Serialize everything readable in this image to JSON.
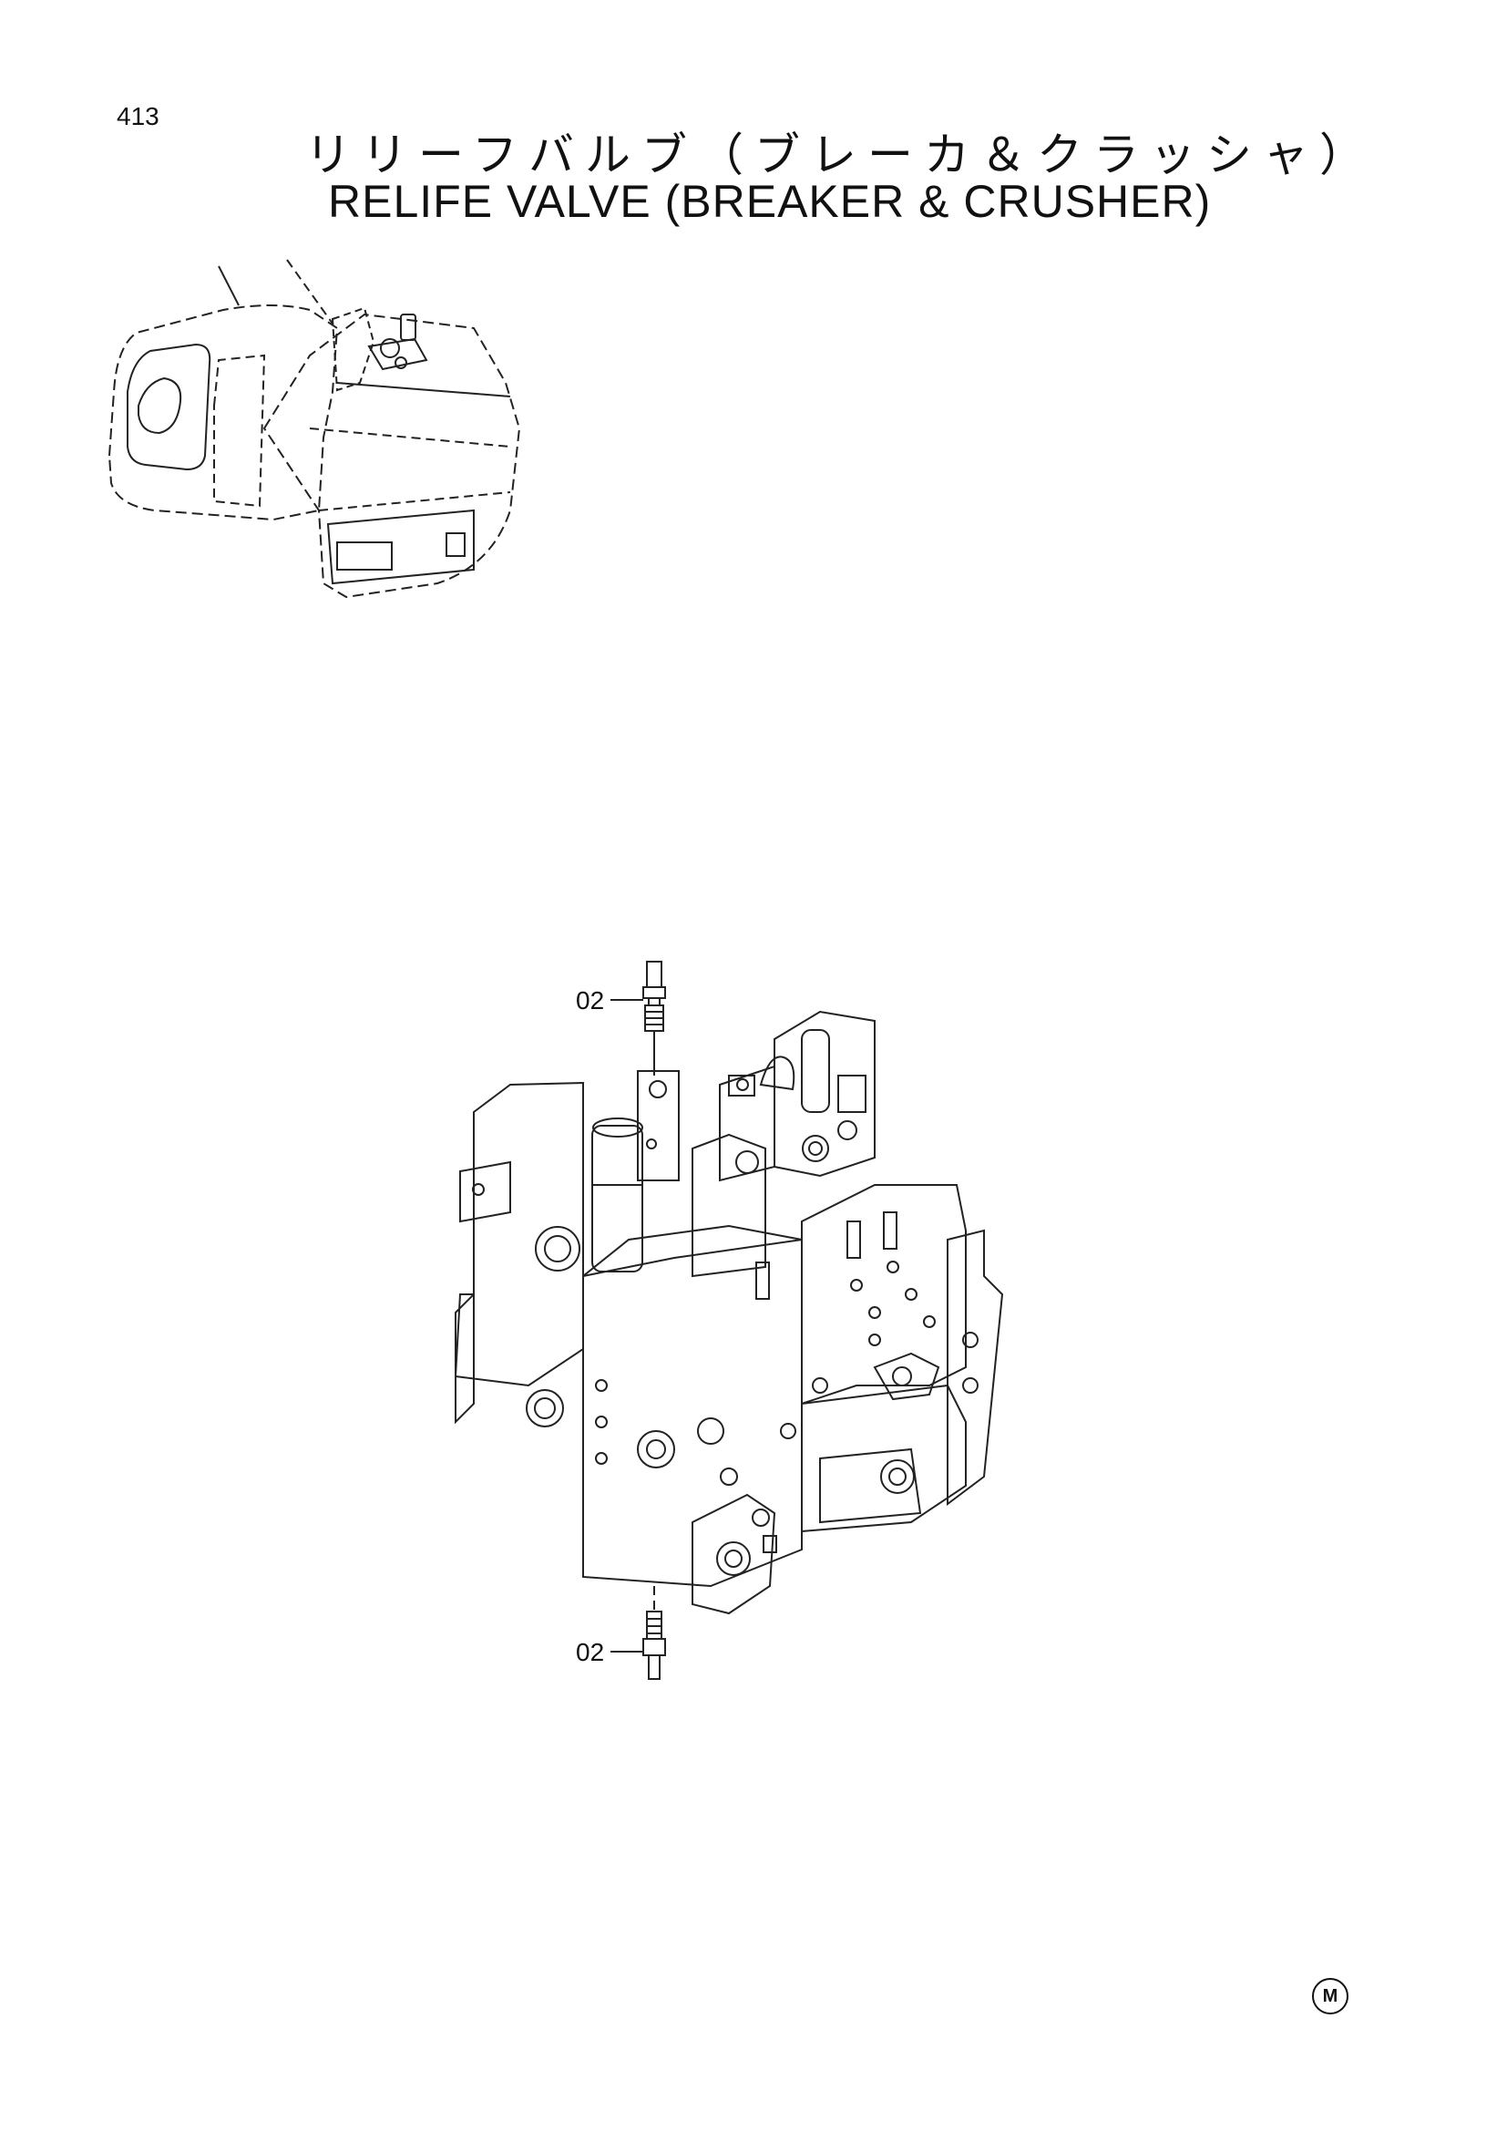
{
  "header": {
    "page_number": "413",
    "title_jp": "リリーフバルブ（ブレーカ＆クラッシャ）",
    "title_en": "RELIFE  VALVE  (BREAKER & CRUSHER)"
  },
  "callouts": [
    {
      "label": "02"
    },
    {
      "label": "02"
    }
  ],
  "footer": {
    "mark": "M"
  }
}
